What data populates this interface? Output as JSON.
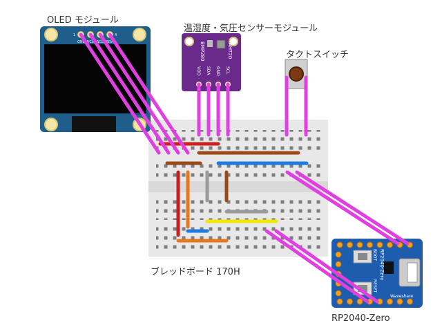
{
  "labels": {
    "oled": "OLED モジュール",
    "sensor": "温湿度・気圧センサーモジュール",
    "switch": "タクトスイッチ",
    "breadboard": "ブレッドボード 170H",
    "mcu": "RP2040-Zero"
  },
  "oled_pins": [
    "GND",
    "VCC",
    "SCL",
    "SDA"
  ],
  "oled_pin_numbers": [
    "1",
    "4"
  ],
  "sensor_chip": [
    "BMP280",
    "AHT20"
  ],
  "sensor_pins": [
    "VDD",
    "SDA",
    "GND",
    "SCL"
  ],
  "mcu_silk": [
    "RP2040-Zero",
    "BOOT",
    "RESET",
    "Waveshare"
  ],
  "colors": {
    "jumper": "#e040e0",
    "oled_board": "#1f5e8a",
    "sensor_board": "#6a2a8c",
    "mcu_board": "#1e5cae",
    "breadboard": "#e9e9e9",
    "wire_red": "#c8201c",
    "wire_brown": "#9a4a18",
    "wire_blue": "#1c7be0",
    "wire_gray": "#9a9a9a",
    "wire_yellow": "#f0e800",
    "wire_orange": "#e8761c"
  }
}
